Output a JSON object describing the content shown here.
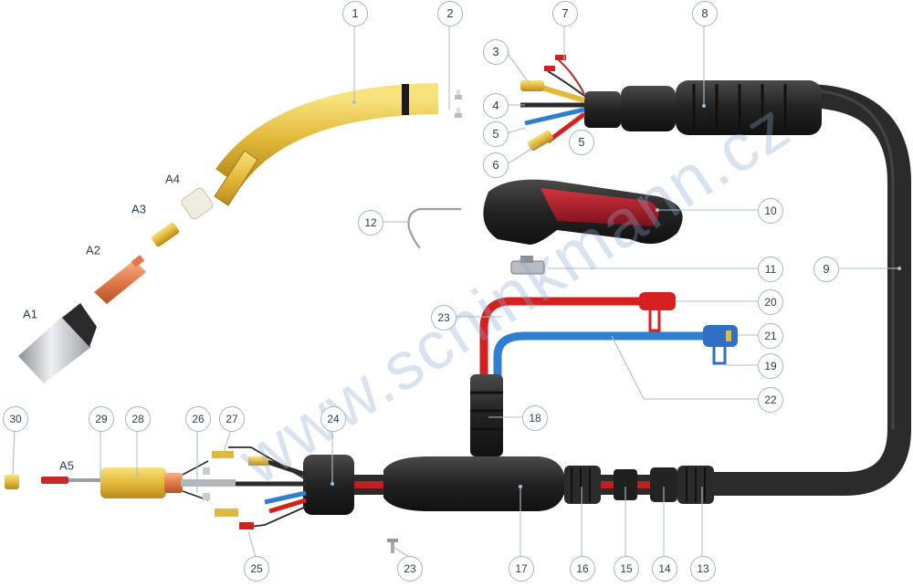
{
  "watermark": "www.schinkmann.cz",
  "colors": {
    "hose": "#2b2b2b",
    "red_hose": "#d62020",
    "blue_hose": "#2f7fd1",
    "brass": "#e2b93b",
    "copper": "#e07a48",
    "callout_border": "#9fb6cc"
  },
  "callouts": [
    {
      "id": "c1",
      "label": "1"
    },
    {
      "id": "c2",
      "label": "2"
    },
    {
      "id": "c3",
      "label": "3"
    },
    {
      "id": "c4",
      "label": "4"
    },
    {
      "id": "c5a",
      "label": "5"
    },
    {
      "id": "c5b",
      "label": "5"
    },
    {
      "id": "c6",
      "label": "6"
    },
    {
      "id": "c7",
      "label": "7"
    },
    {
      "id": "c8",
      "label": "8"
    },
    {
      "id": "c9",
      "label": "9"
    },
    {
      "id": "c10",
      "label": "10"
    },
    {
      "id": "c11",
      "label": "11"
    },
    {
      "id": "c12",
      "label": "12"
    },
    {
      "id": "c13",
      "label": "13"
    },
    {
      "id": "c14",
      "label": "14"
    },
    {
      "id": "c15",
      "label": "15"
    },
    {
      "id": "c16",
      "label": "16"
    },
    {
      "id": "c17",
      "label": "17"
    },
    {
      "id": "c18",
      "label": "18"
    },
    {
      "id": "c19",
      "label": "19"
    },
    {
      "id": "c20",
      "label": "20"
    },
    {
      "id": "c21",
      "label": "21"
    },
    {
      "id": "c22",
      "label": "22"
    },
    {
      "id": "c23a",
      "label": "23"
    },
    {
      "id": "c23b",
      "label": "23"
    },
    {
      "id": "c24",
      "label": "24"
    },
    {
      "id": "c25",
      "label": "25"
    },
    {
      "id": "c26",
      "label": "26"
    },
    {
      "id": "c27",
      "label": "27"
    },
    {
      "id": "c28",
      "label": "28"
    },
    {
      "id": "c29",
      "label": "29"
    },
    {
      "id": "c30",
      "label": "30"
    }
  ],
  "text_labels": [
    {
      "id": "a1",
      "label": "A1"
    },
    {
      "id": "a2",
      "label": "A2"
    },
    {
      "id": "a3",
      "label": "A3"
    },
    {
      "id": "a4",
      "label": "A4"
    },
    {
      "id": "a5",
      "label": "A5"
    }
  ]
}
